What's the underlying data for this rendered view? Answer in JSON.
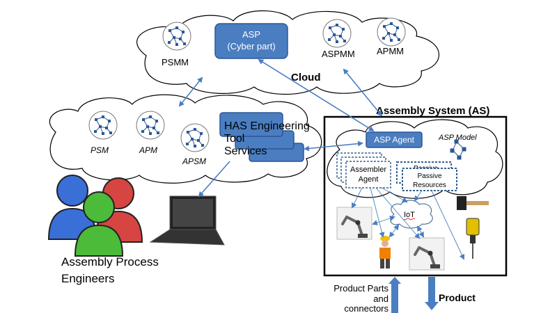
{
  "labels": {
    "cloud": "Cloud",
    "psmm": "PSMM",
    "asp_cyber": [
      "ASP",
      "(Cyber part)"
    ],
    "aspmm": "ASPMM",
    "apmm": "APMM",
    "psm": "PSM",
    "apm": "APM",
    "apsm": "APSM",
    "has_tool": [
      "HAS Engineering",
      "Tool",
      "Services"
    ],
    "assembly_system": "Assembly System (AS)",
    "asp_agent": "ASP Agent",
    "asp_model": "ASP Model",
    "assembler_agent": [
      "Assembler",
      "Agent"
    ],
    "passive_back": "Passive",
    "passive_resources": [
      "Passive",
      "Resources"
    ],
    "iot": "IoT",
    "engineers": [
      "Assembly Process",
      "Engineers"
    ],
    "product_parts": [
      "Product Parts",
      "and",
      "connectors"
    ],
    "product": "Product"
  },
  "colors": {
    "box_fill": "#4a7ec0",
    "box_stroke": "#2b5797",
    "arrow": "#4a7ec0",
    "dashed": "#36608f",
    "cloud_stroke": "#000000"
  },
  "icons": [
    "network-icon",
    "robot-arm-icon",
    "worker-icon",
    "hammer-icon",
    "drill-icon",
    "laptop-icon",
    "person-icon"
  ]
}
